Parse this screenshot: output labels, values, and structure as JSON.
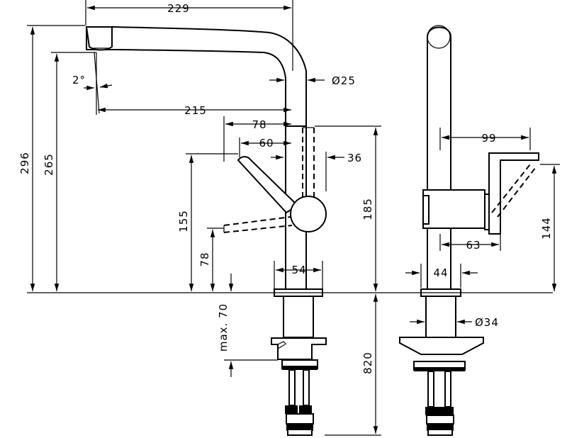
{
  "dimensions": {
    "spout_reach": "229",
    "angle": "2°",
    "diameter_spout": "Ø25",
    "reach_215": "215",
    "offset_78": "78",
    "offset_60": "60",
    "offset_36": "36",
    "height_296": "296",
    "height_265": "265",
    "height_155": "155",
    "height_78": "78",
    "height_185": "185",
    "base_54": "54",
    "max_70": "max. 70",
    "depth_820": "820",
    "side_99": "99",
    "side_63": "63",
    "side_144": "144",
    "side_44": "44",
    "diameter_body": "Ø34"
  }
}
